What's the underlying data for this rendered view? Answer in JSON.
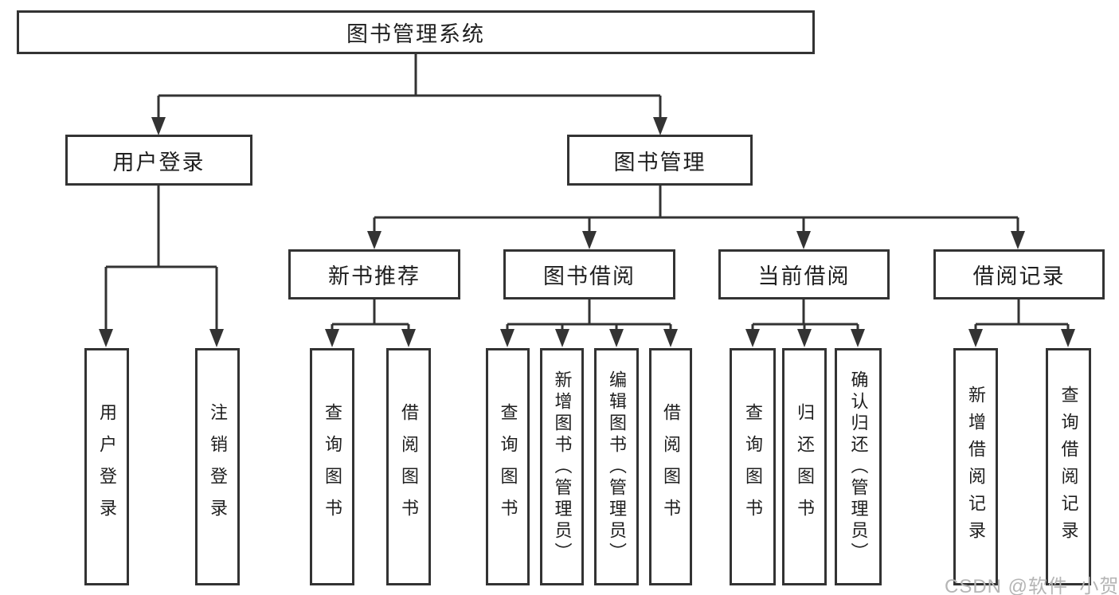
{
  "title": "图书管理系统",
  "watermark": "CSDN @软件_小贺同学",
  "colors": {
    "line": "#333333",
    "text": "#1f1f1f",
    "background": "#ffffff",
    "watermark": "#b5b5b5"
  },
  "nodes": {
    "root": {
      "label": "图书管理系统"
    },
    "level2": [
      {
        "id": "user-login",
        "label": "用户登录"
      },
      {
        "id": "book-management",
        "label": "图书管理"
      }
    ],
    "level3": [
      {
        "id": "new-book-recommend",
        "label": "新书推荐"
      },
      {
        "id": "book-borrowing",
        "label": "图书借阅"
      },
      {
        "id": "current-borrowing",
        "label": "当前借阅"
      },
      {
        "id": "borrowing-records",
        "label": "借阅记录"
      }
    ],
    "leaves": [
      {
        "parent": "user-login",
        "label": "用户登录"
      },
      {
        "parent": "user-login",
        "label": "注销登录"
      },
      {
        "parent": "new-book-recommend",
        "label": "查询图书"
      },
      {
        "parent": "new-book-recommend",
        "label": "借阅图书"
      },
      {
        "parent": "book-borrowing",
        "label": "查询图书"
      },
      {
        "parent": "book-borrowing",
        "label": "新增图书（管理员）"
      },
      {
        "parent": "book-borrowing",
        "label": "编辑图书（管理员）"
      },
      {
        "parent": "book-borrowing",
        "label": "借阅图书"
      },
      {
        "parent": "current-borrowing",
        "label": "查询图书"
      },
      {
        "parent": "current-borrowing",
        "label": "归还图书"
      },
      {
        "parent": "current-borrowing",
        "label": "确认归还（管理员）"
      },
      {
        "parent": "borrowing-records",
        "label": "新增借阅记录"
      },
      {
        "parent": "borrowing-records",
        "label": "查询借阅记录"
      }
    ]
  }
}
